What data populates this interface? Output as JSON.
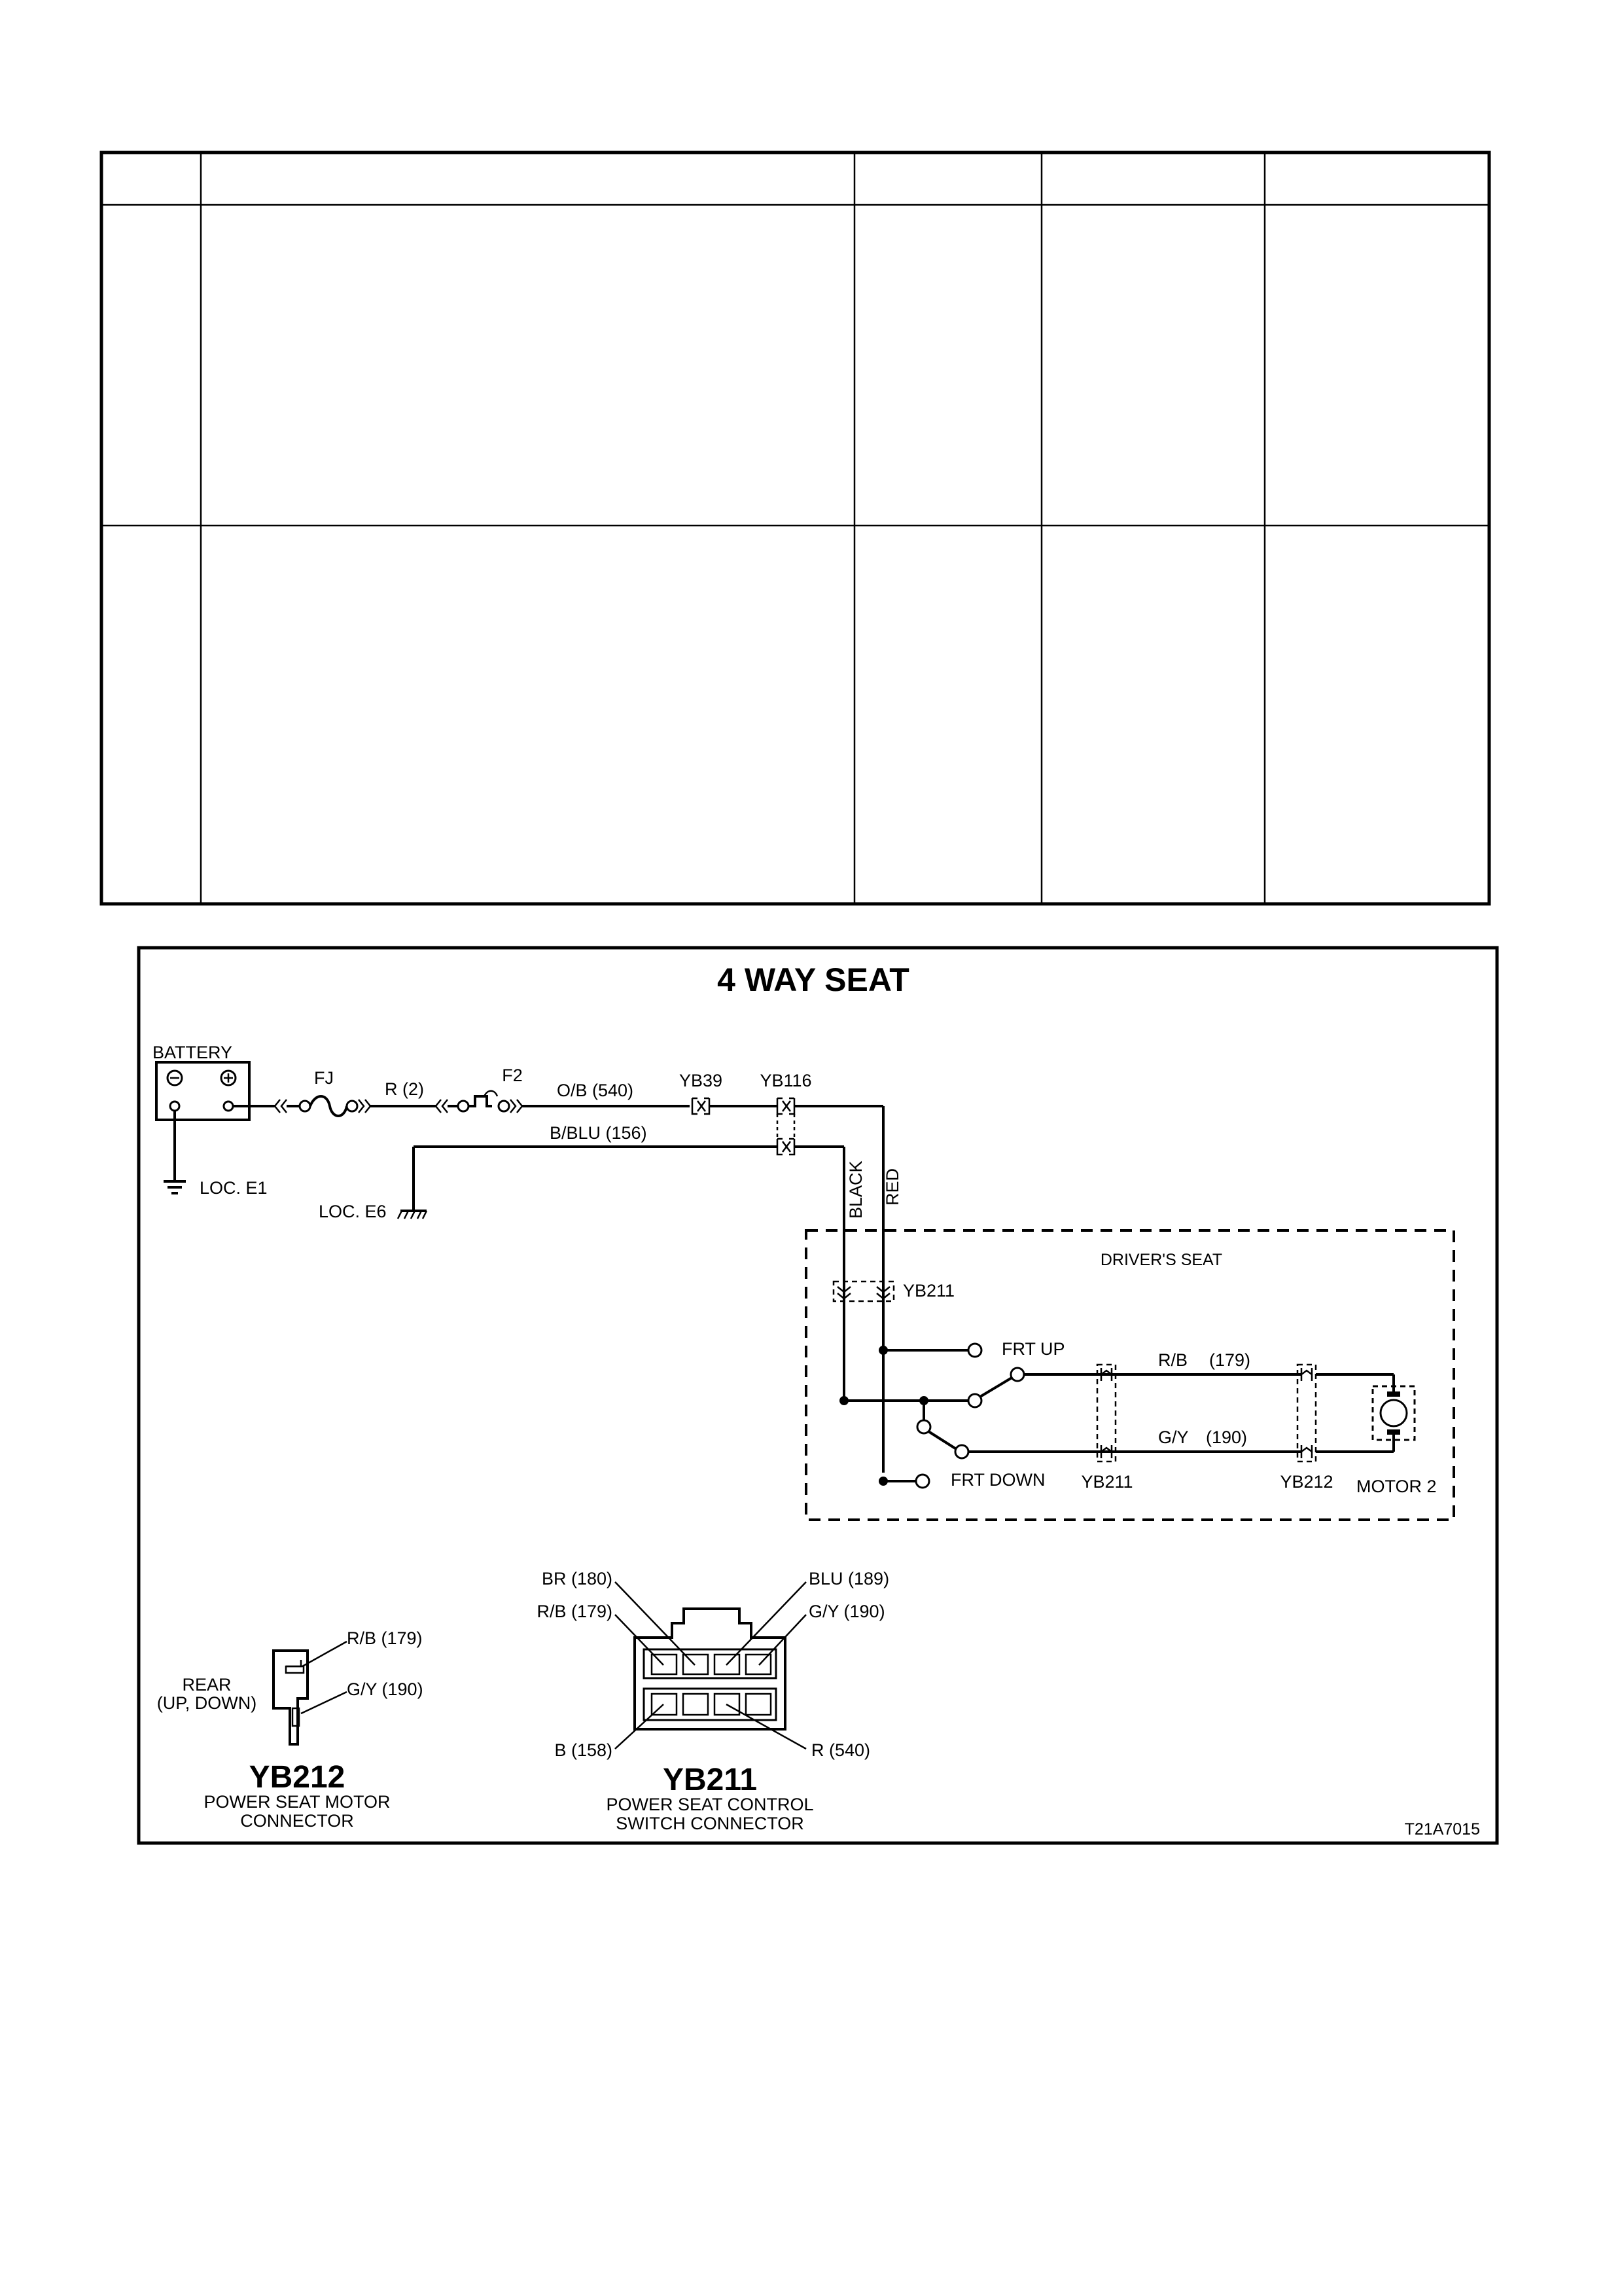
{
  "table": {
    "columns": 5,
    "rows": [
      "",
      "",
      ""
    ]
  },
  "diagram": {
    "title": "4 WAY SEAT",
    "battery": {
      "label": "BATTERY",
      "minus": "⊖",
      "plus": "⊕"
    },
    "ground_e1": "LOC. E1",
    "ground_e6": "LOC. E6",
    "fuse_fj": "FJ",
    "fuse_f2": "F2",
    "wire_r2": "R  (2)",
    "wire_ob540": "O/B (540)",
    "wire_bblu156": "B/BLU (156)",
    "conn_yb39": "YB39",
    "conn_yb116": "YB116",
    "wire_black": "BLACK",
    "wire_red": "RED",
    "drivers_seat": "DRIVER'S SEAT",
    "conn_yb211_top": "YB211",
    "switch_frt_up": "FRT UP",
    "switch_frt_down": "FRT DOWN",
    "wire_rb": "R/B",
    "wire_rb_num": "(179)",
    "wire_gy": "G/Y",
    "wire_gy_num": "(190)",
    "conn_yb211_bottom": "YB211",
    "conn_yb212": "YB212",
    "motor": "MOTOR 2",
    "yb212_connector": {
      "pin_rb": "R/B (179)",
      "pin_gy": "G/Y (190)",
      "rear_1": "REAR",
      "rear_2": "(UP, DOWN)",
      "name": "YB212",
      "desc_1": "POWER SEAT MOTOR",
      "desc_2": "CONNECTOR"
    },
    "yb211_connector": {
      "pin_br": "BR (180)",
      "pin_rb": "R/B (179)",
      "pin_blu": "BLU (189)",
      "pin_gy": "G/Y (190)",
      "pin_b": "B (158)",
      "pin_r": "R (540)",
      "name": "YB211",
      "desc_1": "POWER SEAT CONTROL",
      "desc_2": "SWITCH CONNECTOR"
    },
    "ref_code": "T21A7015"
  }
}
